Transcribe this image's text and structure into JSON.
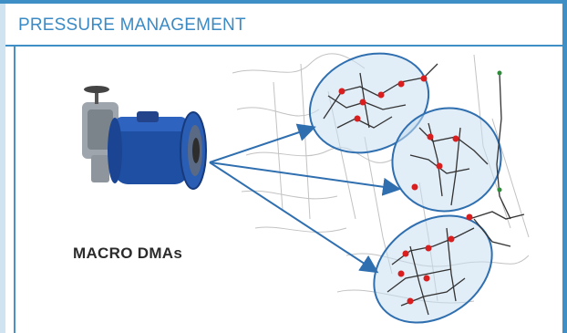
{
  "panel": {
    "title": "PRESSURE MANAGEMENT",
    "caption": "MACRO DMAs"
  },
  "colors": {
    "accent": "#3f8fc7",
    "title_text": "#3a8ac5",
    "valve_body": "#1f4fa3",
    "zone_fill": "#c9def0",
    "zone_stroke": "#2f6fb0",
    "pipe": "#333333",
    "node": "#d81e1e"
  },
  "icons": {
    "valve": "pressure-reducing-valve-icon",
    "network": "pipe-network-map"
  },
  "zones": [
    "zone-upper-left",
    "zone-middle-right",
    "zone-lower"
  ]
}
